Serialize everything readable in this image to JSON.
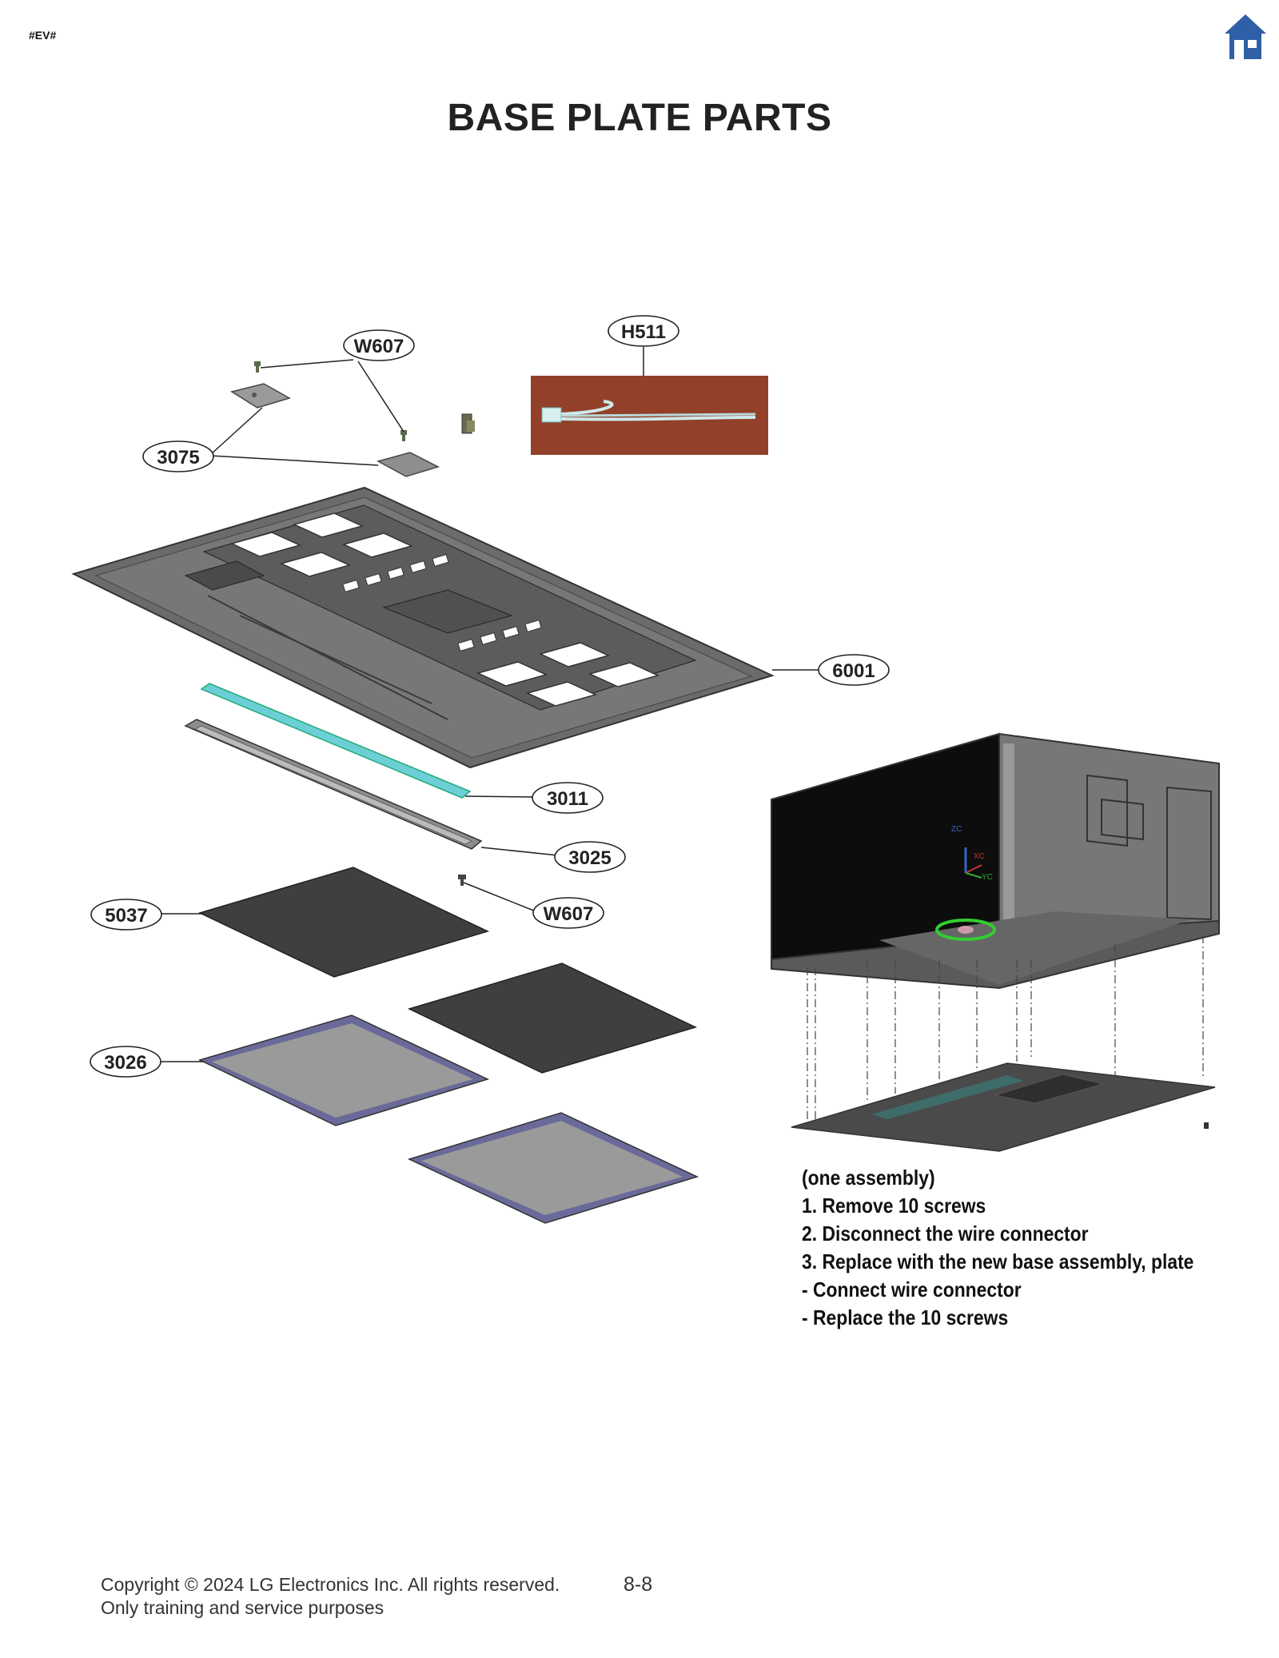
{
  "header": {
    "ev_tag": "#EV#",
    "home_icon": "home-icon"
  },
  "title": "BASE PLATE PARTS",
  "callouts": {
    "w607_top": "W607",
    "h511": "H511",
    "c3075": "3075",
    "c6001": "6001",
    "c3011": "3011",
    "c3025": "3025",
    "w607_bottom": "W607",
    "c5037": "5037",
    "c3026": "3026"
  },
  "axis_labels": {
    "z": "ZC",
    "x": "XC",
    "y": "YC"
  },
  "instructions": [
    "(one assembly)",
    "1. Remove 10 screws",
    "2. Disconnect the wire connector",
    "3. Replace with the new base assembly, plate",
    "- Connect wire connector",
    "- Replace the 10 screws"
  ],
  "footer": {
    "copyright": "Copyright © 2024 LG Electronics Inc. All rights reserved.",
    "purpose": "Only training and service purposes",
    "page": "8-8"
  },
  "colors": {
    "brand_blue": "#2f5fa6",
    "plate_dark": "#6b6b6b",
    "filter_dark": "#3f3f3f",
    "teal_strip": "#6ccfd6",
    "filter_frame": "#6a6a9a",
    "wood_photo": "#8a3b26"
  }
}
